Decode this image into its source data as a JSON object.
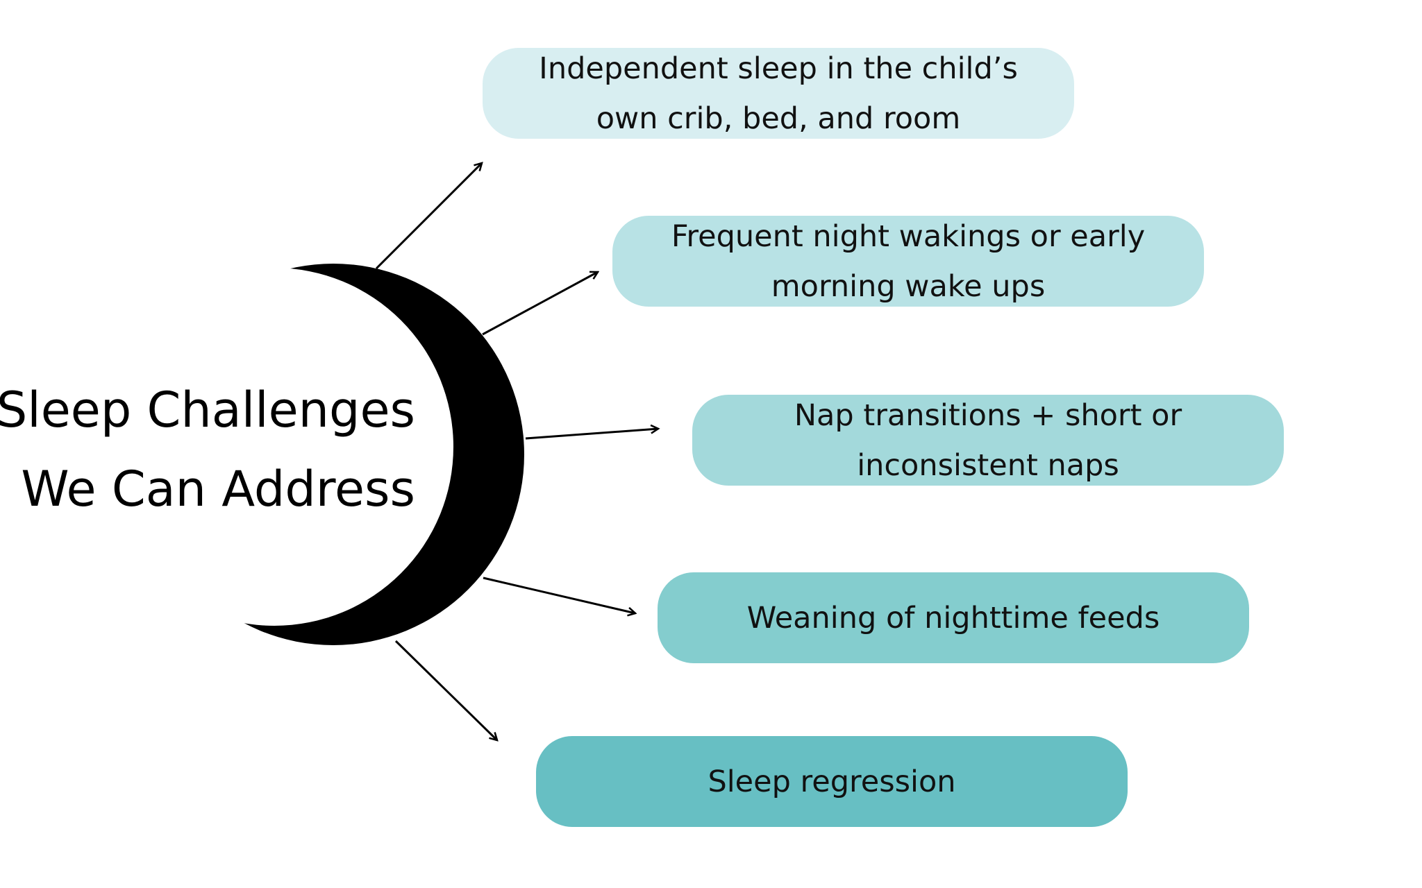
{
  "title": {
    "line1": "Sleep Challenges",
    "line2": "We Can Address"
  },
  "icons": {
    "moon": "crescent-moon-icon"
  },
  "colors": {
    "moon": "#000000",
    "arrow": "#000000",
    "title_text": "#000000",
    "box_text": "#111111"
  },
  "challenges": [
    {
      "lines": [
        "Independent sleep in the child’s",
        "own crib, bed, and room"
      ],
      "color": "#D8EEF1"
    },
    {
      "lines": [
        "Frequent night wakings or early",
        "morning wake ups"
      ],
      "color": "#B8E2E5"
    },
    {
      "lines": [
        "Nap transitions + short or",
        "inconsistent naps"
      ],
      "color": "#A3D9DB"
    },
    {
      "lines": [
        "Weaning of nighttime feeds"
      ],
      "color": "#84CDCE"
    },
    {
      "lines": [
        "Sleep regression"
      ],
      "color": "#67BFC3"
    }
  ]
}
